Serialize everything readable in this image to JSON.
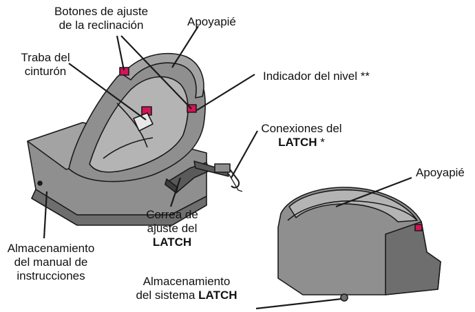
{
  "labels": {
    "recline_buttons": [
      "Botones de ajuste",
      "de la reclinación"
    ],
    "footrest_top": "Apoyapié",
    "belt_lock": [
      "Traba del",
      "cinturón"
    ],
    "level_indicator": "Indicador del nivel **",
    "latch_connections": {
      "line1": "Conexiones del",
      "bold": "LATCH",
      "suffix": " *"
    },
    "footrest_right": "Apoyapié",
    "latch_strap": {
      "line1": "Correa de",
      "line2": "ajuste del",
      "bold": "LATCH"
    },
    "manual_storage": [
      "Almacenamiento",
      "del manual de",
      "instrucciones"
    ],
    "latch_storage": {
      "line1": "Almacenamiento",
      "prefix": "del sistema ",
      "bold": "LATCH"
    }
  },
  "colors": {
    "seat_fill": "#8f8f8f",
    "seat_dark": "#6e6e6e",
    "seat_light": "#b4b4b4",
    "accent": "#d4145a",
    "outline": "#1a1a1a"
  }
}
